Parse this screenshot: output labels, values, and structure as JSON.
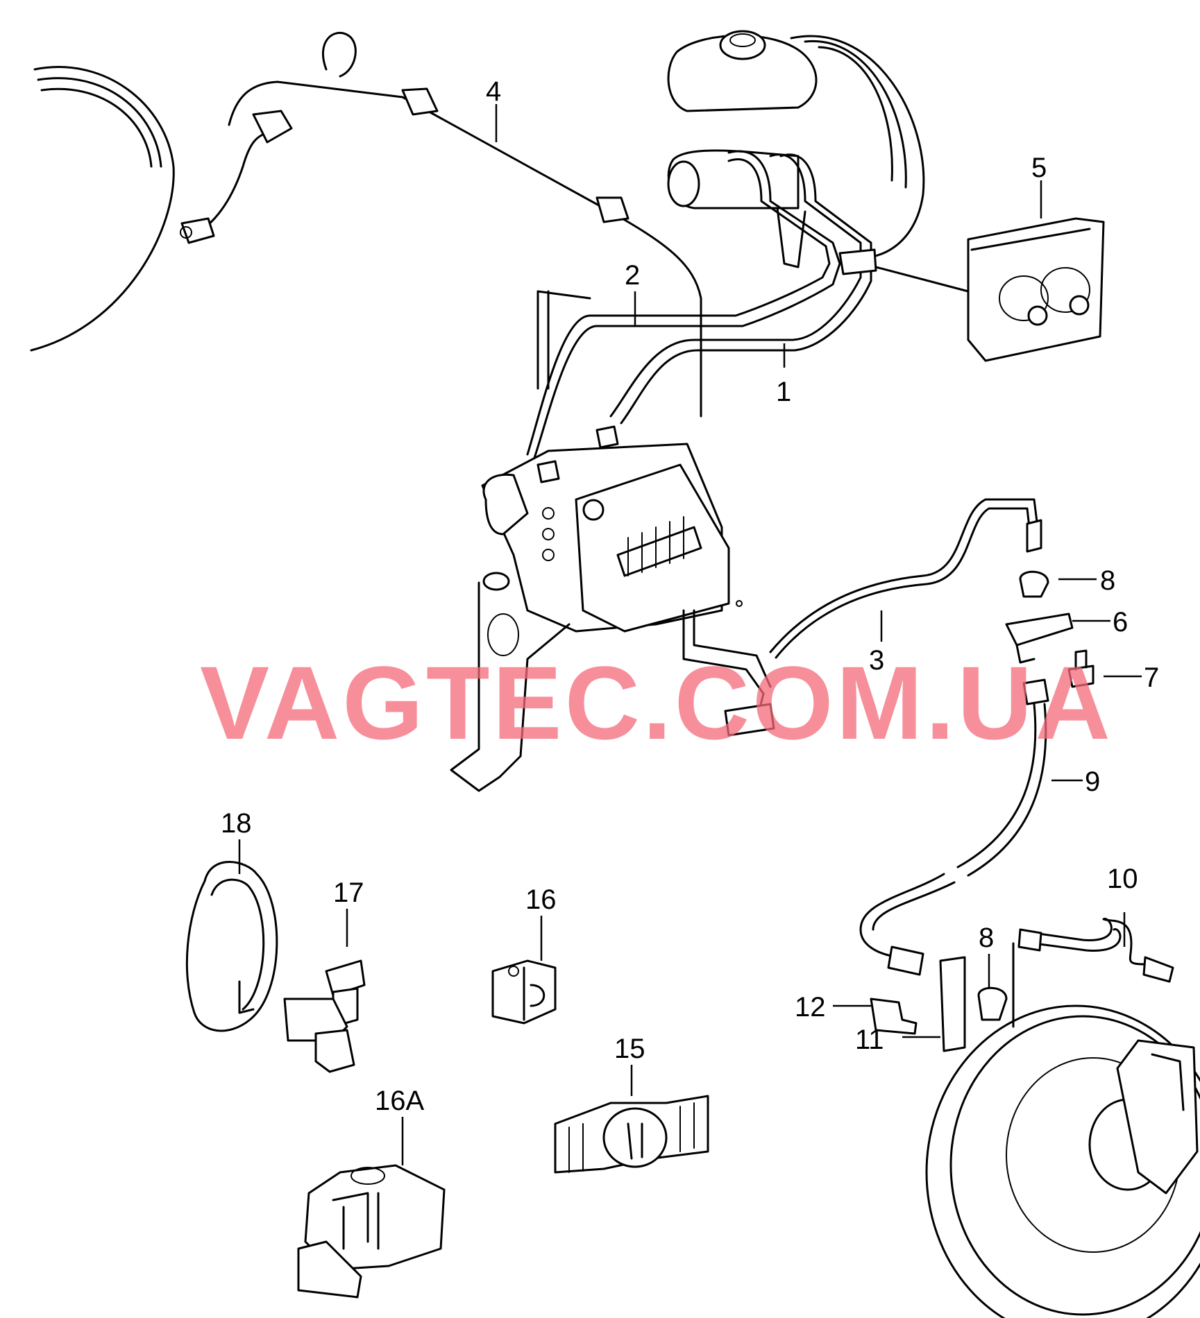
{
  "diagram": {
    "callouts": [
      "1",
      "2",
      "3",
      "4",
      "5",
      "6",
      "7",
      "8",
      "8",
      "9",
      "10",
      "11",
      "12",
      "15",
      "16",
      "16A",
      "17",
      "18"
    ],
    "watermark": "VAGTEC.COM.UA"
  },
  "colors": {
    "line": "#000000",
    "background": "#ffffff",
    "watermark": "#f46a7a"
  }
}
